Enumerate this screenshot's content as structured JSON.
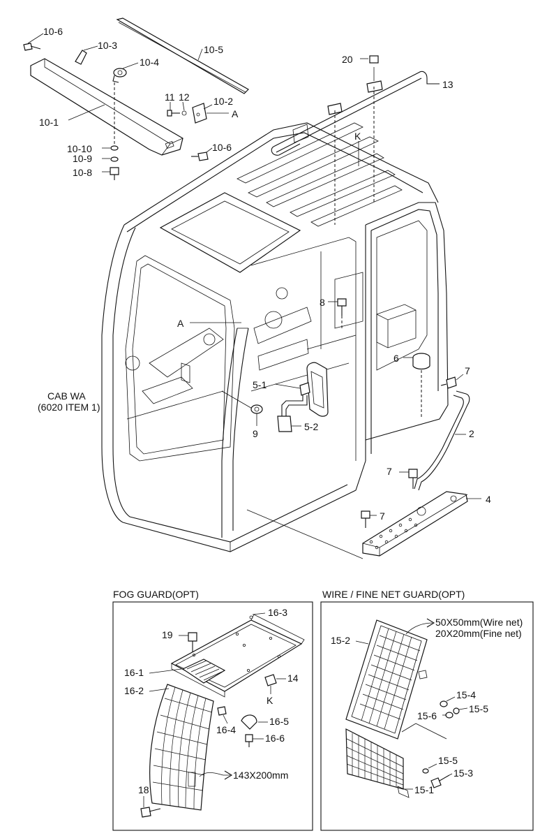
{
  "labels": {
    "l10_6a": "10-6",
    "l10_3": "10-3",
    "l10_5": "10-5",
    "l10_4": "10-4",
    "l11": "11",
    "l12": "12",
    "l10_2": "10-2",
    "lA1": "A",
    "l10_1": "10-1",
    "l10_10": "10-10",
    "l10_9": "10-9",
    "l10_8": "10-8",
    "l10_6b": "10-6",
    "l20": "20",
    "l13": "13",
    "lK1": "K",
    "l8": "8",
    "lA2": "A",
    "l6": "6",
    "l7a": "7",
    "l5_1": "5-1",
    "l9": "9",
    "l5_2": "5-2",
    "l2": "2",
    "l7b": "7",
    "l4": "4",
    "l7c": "7",
    "cab1": "CAB WA",
    "cab2": "(6020 ITEM 1)"
  },
  "fog": {
    "title": "FOG GUARD(OPT)",
    "l16_3": "16-3",
    "l19": "19",
    "l16_1": "16-1",
    "l16_2": "16-2",
    "l14": "14",
    "lK": "K",
    "l16_4": "16-4",
    "l16_5": "16-5",
    "l16_6": "16-6",
    "size": "143X200mm",
    "l18": "18"
  },
  "wire": {
    "title": "WIRE / FINE NET GUARD(OPT)",
    "l15_2": "15-2",
    "note1": "50X50mm(Wire net)",
    "note2": "20X20mm(Fine net)",
    "l15_4": "15-4",
    "l15_6": "15-6",
    "l15_5a": "15-5",
    "l15_5b": "15-5",
    "l15_3": "15-3",
    "l15_1": "15-1"
  }
}
